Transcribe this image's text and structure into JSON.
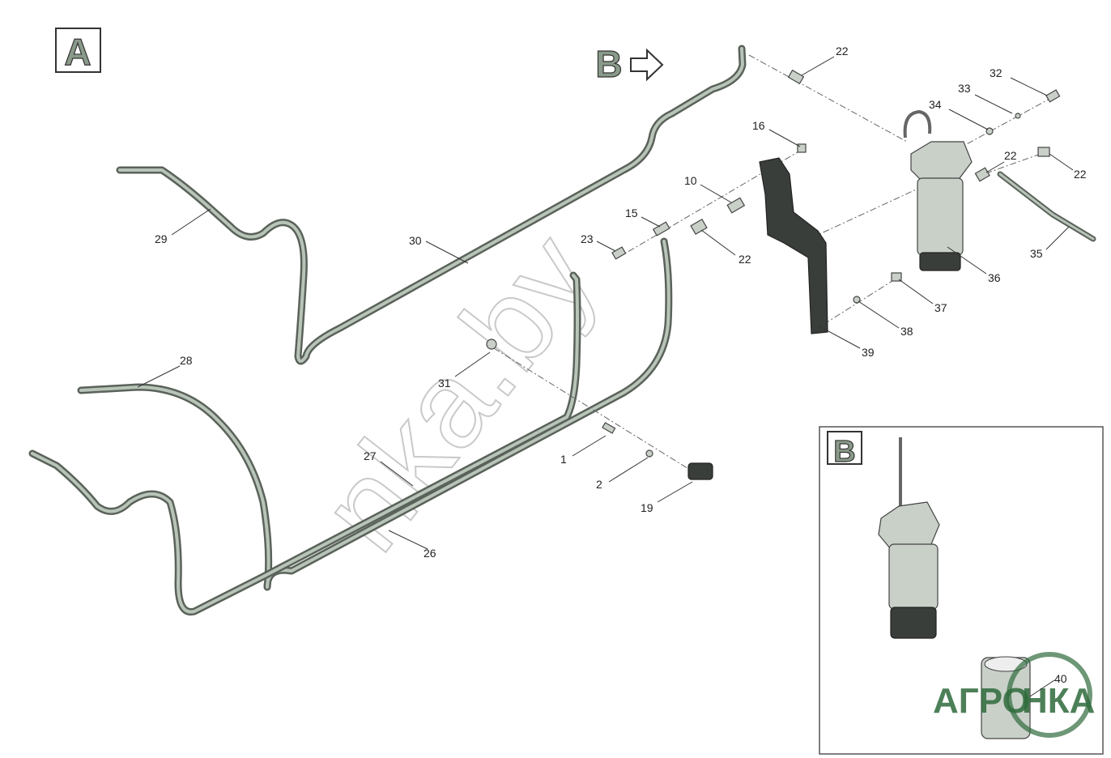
{
  "views": {
    "a": "A",
    "b_arrow": "B",
    "b_inset": "B"
  },
  "watermark": {
    "text": "nka.by",
    "brand_left": "АГРО",
    "brand_right": "НКА"
  },
  "callouts": {
    "c22a": "22",
    "c32": "32",
    "c33": "33",
    "c34": "34",
    "c16": "16",
    "c22b": "22",
    "c22c": "22",
    "c10": "10",
    "c15": "15",
    "c23": "23",
    "c22d": "22",
    "c35": "35",
    "c36": "36",
    "c37": "37",
    "c38": "38",
    "c39": "39",
    "c29": "29",
    "c30": "30",
    "c28": "28",
    "c31": "31",
    "c27": "27",
    "c1": "1",
    "c2": "2",
    "c19": "19",
    "c26": "26",
    "c40": "40"
  },
  "colors": {
    "tube": "#5a625a",
    "tube_highlight": "#b9c4b9",
    "letter_fill": "#8a9a8a",
    "brand": "#2f6b3c"
  }
}
